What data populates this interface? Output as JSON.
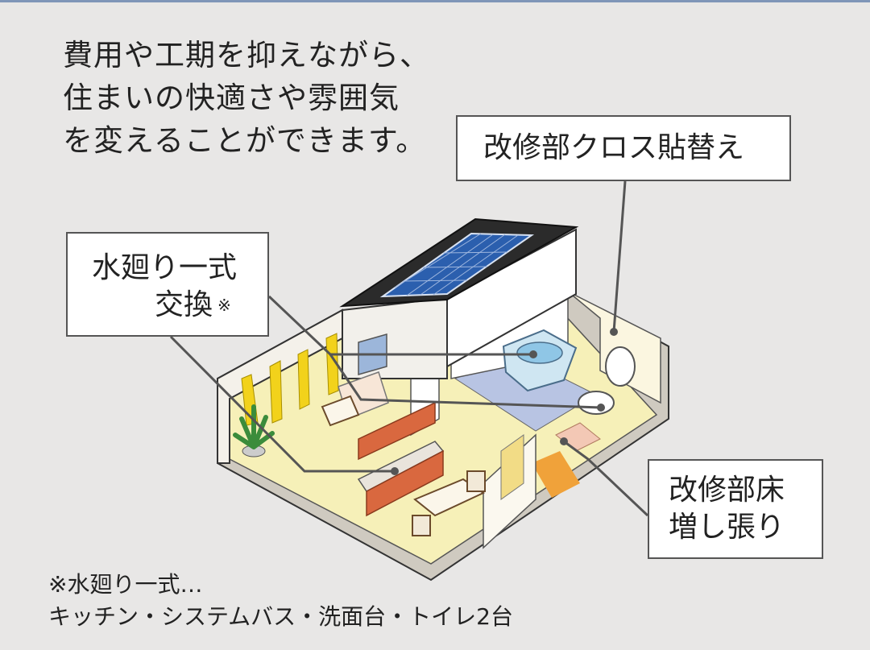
{
  "intro": {
    "line1": "費用や工期を抑えながら、",
    "line2": "住まいの快適さや雰囲気",
    "line3": "を変えることができます。"
  },
  "labels": {
    "cross": "改修部クロス貼替え",
    "water_line1": "水廻り一式",
    "water_line2": "交換",
    "water_mark": "※",
    "floor_line1": "改修部床",
    "floor_line2": "増し張り"
  },
  "footnote": {
    "line1": "※水廻り一式…",
    "line2": "キッチン・システムバス・洗面台・トイレ2台"
  },
  "colors": {
    "background": "#e8e7e6",
    "floor": "#f6f0b8",
    "wall": "#ffffff",
    "solar_panel": "#2b5fae",
    "roof": "#2b2b2b",
    "curtain": "#f2d21b",
    "cabinet": "#d9683f",
    "bath_floor": "#b8c4e3",
    "leader_line": "#555555"
  }
}
